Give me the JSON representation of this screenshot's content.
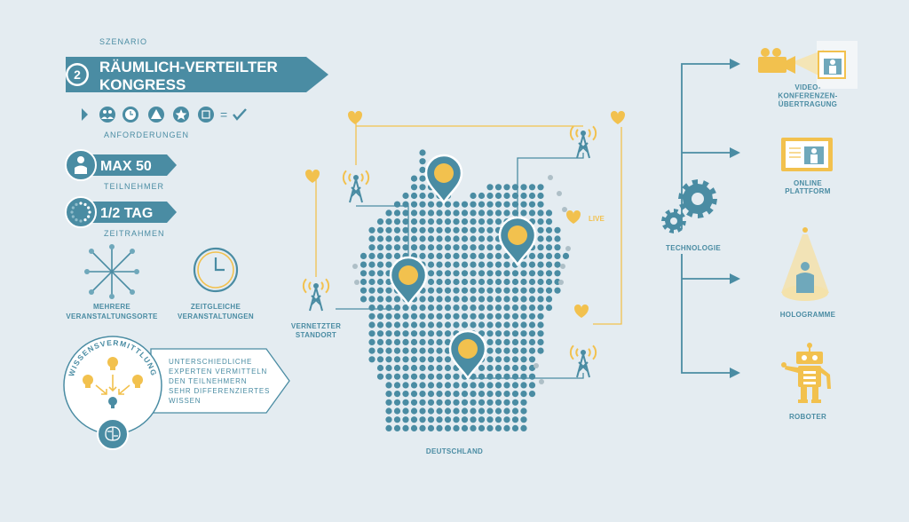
{
  "scenario": {
    "label": "SZENARIO",
    "number": "2",
    "title_line1": "RÄUMLICH-VERTEILTER",
    "title_line2": "KONGRESS"
  },
  "requirements": {
    "label": "ANFORDERUNGEN",
    "equals": "="
  },
  "participants": {
    "value": "MAX 50",
    "label": "TEILNEHMER"
  },
  "timeframe": {
    "value": "1/2 TAG",
    "label": "ZEITRAHMEN"
  },
  "venues": {
    "line1": "MEHRERE",
    "line2": "VERANSTALTUNGSORTE"
  },
  "events": {
    "line1": "ZEITGLEICHE",
    "line2": "VERANSTALTUNGEN"
  },
  "knowledge": {
    "title": "WISSENSVERMITTLUNG",
    "lines": [
      "UNTERSCHIEDLICHE",
      "EXPERTEN VERMITTELN",
      "DEN TEILNEHMERN",
      "SEHR DIFFERENZIERTES",
      "WISSEN"
    ]
  },
  "map": {
    "country": "DEUTSCHLAND",
    "live": "LIVE",
    "site_line1": "VERNETZTER",
    "site_line2": "STANDORT"
  },
  "technology": {
    "label": "TECHNOLOGIE",
    "outputs": {
      "video": [
        "VIDEO-",
        "KONFERENZEN-",
        "ÜBERTRAGUNG"
      ],
      "platform": [
        "ONLINE",
        "PLATTFORM"
      ],
      "hologram": [
        "HOLOGRAMME"
      ],
      "robot": [
        "ROBOTER"
      ]
    }
  },
  "colors": {
    "background": "#e4ecf1",
    "teal": "#4a8ca3",
    "dark_teal": "#3f7f95",
    "yellow": "#f2c14e",
    "grey_dot": "#aebfc7"
  }
}
